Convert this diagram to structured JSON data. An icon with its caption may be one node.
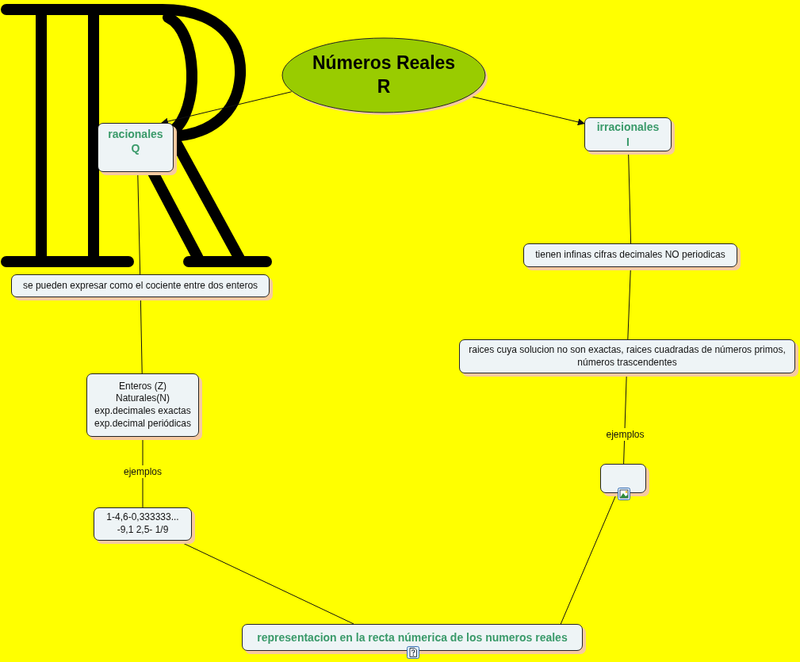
{
  "diagram": {
    "nodes": [
      {
        "text": [
          "Números Reales R"
        ]
      },
      {
        "text": [
          "racionales Q"
        ]
      },
      {
        "text": [
          "irracionales I"
        ]
      },
      {
        "text": [
          "se pueden expresar como el cociente entre dos enteros"
        ]
      },
      {
        "text": [
          "tienen infinas cifras decimales NO periodicas"
        ]
      },
      {
        "text": [
          "raices cuya solucion no son exactas, raices cuadradas de números primos, números trascendentes"
        ]
      },
      {
        "text": [
          "Enteros (Z) Naturales(N) exp.decimales exactas exp.decimal periódicas"
        ]
      },
      {
        "text": [
          "1-4,6-0,333333... -9,1   2,5- 1/9"
        ]
      },
      {
        "text": [],
        "shape": "box"
      },
      {
        "text": [
          "representacion en la recta númerica de los numeros reales"
        ]
      }
    ],
    "edges": [
      {
        "from": 0,
        "to": 1,
        "arrow": "to"
      },
      {
        "from": 0,
        "to": 2,
        "arrow": "to"
      },
      {
        "from": 1,
        "to": 3,
        "arrow": "none"
      },
      {
        "from": 3,
        "to": 6,
        "arrow": "none"
      },
      {
        "from": 6,
        "to": 7,
        "arrow": "none",
        "label": "ejemplos"
      },
      {
        "from": 2,
        "to": 4,
        "arrow": "none"
      },
      {
        "from": 4,
        "to": 5,
        "arrow": "none"
      },
      {
        "from": 5,
        "to": 8,
        "arrow": "none",
        "label": "ejemplos"
      },
      {
        "from": 7,
        "to": 9,
        "arrow": "none"
      },
      {
        "from": 8,
        "to": 9,
        "arrow": "none"
      }
    ]
  }
}
